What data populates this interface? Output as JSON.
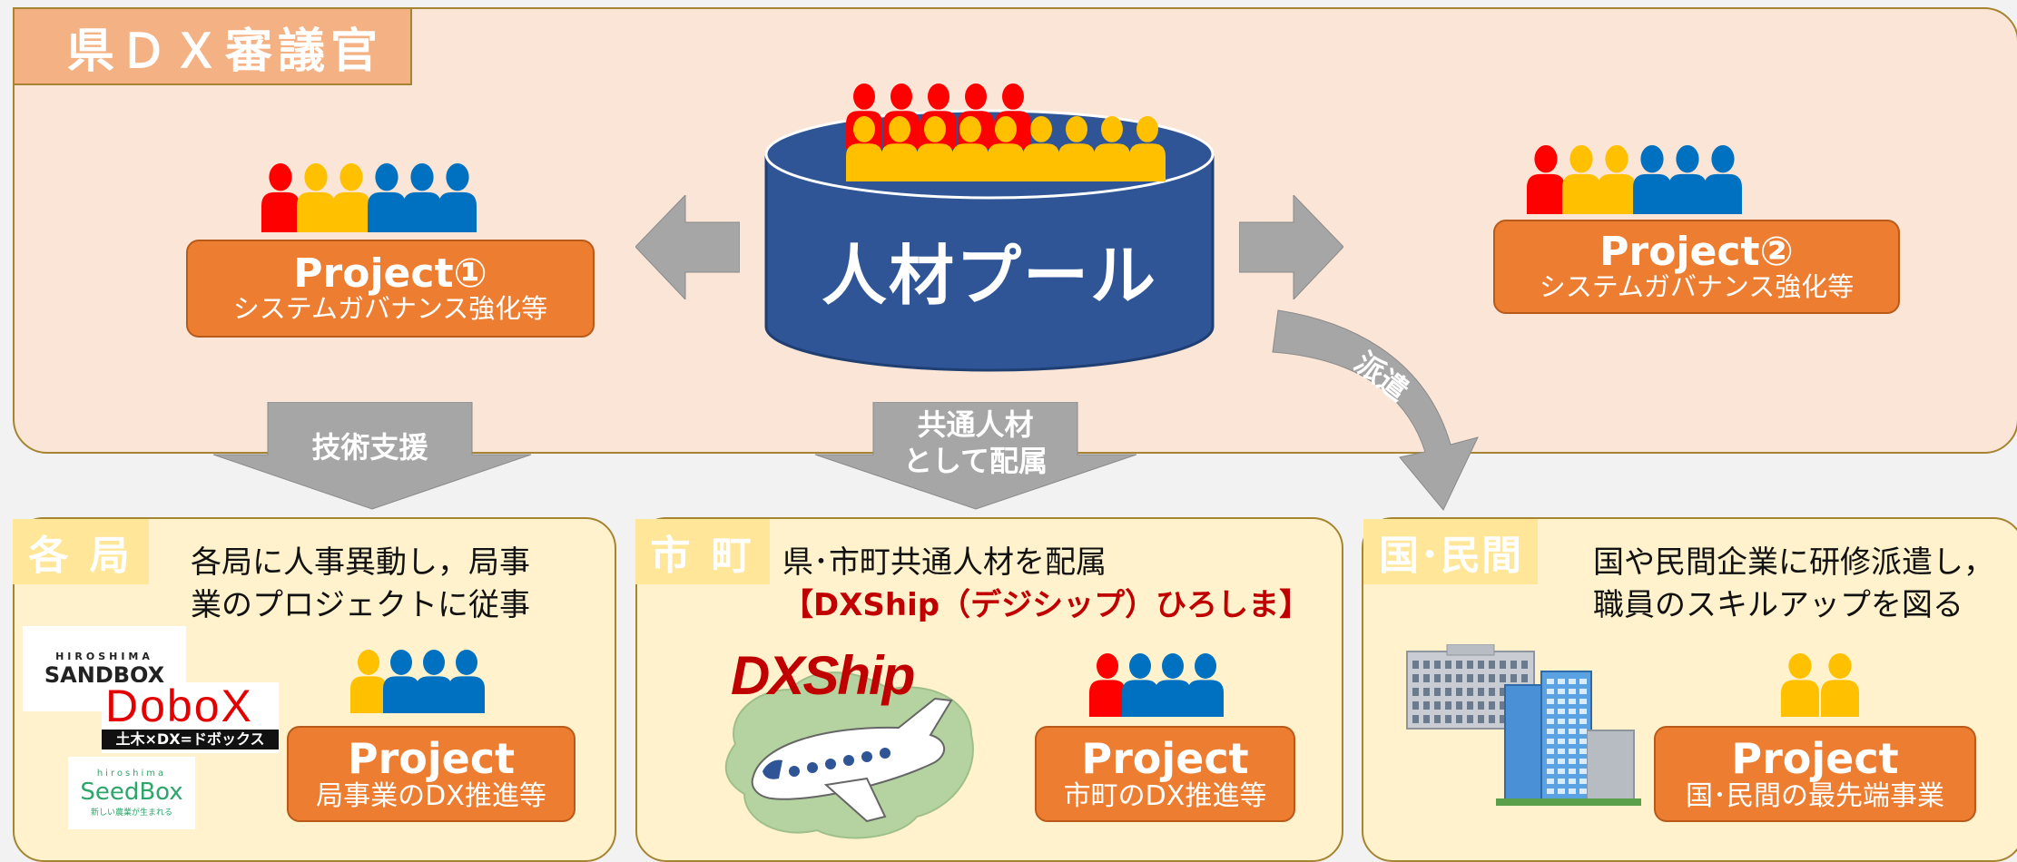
{
  "header": {
    "title": "県ＤＸ審議官"
  },
  "pool": {
    "label": "人材プール"
  },
  "project1": {
    "title": "Project①",
    "subtitle": "システムガバナンス強化等"
  },
  "project2": {
    "title": "Project②",
    "subtitle": "システムガバナンス強化等"
  },
  "arrows": {
    "tech_support": "技術支援",
    "common_line1": "共通人材",
    "common_line2": "として配属",
    "dispatch": "派遣"
  },
  "kakukyoku": {
    "tag": "各 局",
    "desc_line1": "各局に人事異動し，局事",
    "desc_line2": "業のプロジェクトに従事",
    "logo_sandbox_small": "HIROSHIMA",
    "logo_sandbox": "SANDBOX",
    "logo_dobox": "DoboX",
    "logo_dobox_sub": "土木×DX=ドボックス",
    "logo_seedbox_small": "hiroshima",
    "logo_seedbox": "SeedBox",
    "logo_seedbox_sub": "新しい農業が生まれる",
    "project_title": "Project",
    "project_sub": "局事業のDX推進等"
  },
  "shimachi": {
    "tag": "市 町",
    "desc_line1": "県･市町共通人材を配属",
    "desc_line2": "【DXShip（デジシップ）ひろしま】",
    "logo": "DXShip",
    "project_title": "Project",
    "project_sub": "市町のDX推進等"
  },
  "kuni": {
    "tag": "国･民間",
    "desc_line1": "国や民間企業に研修派遣し，",
    "desc_line2": "職員のスキルアップを図る",
    "project_title": "Project",
    "project_sub": "国･民間の最先端事業"
  },
  "colors": {
    "red": "#ff0000",
    "yellow": "#ffc000",
    "blue": "#0070c0",
    "orange": "#ed7d31",
    "navy": "#2f5597",
    "gray": "#a6a6a6",
    "dark_red": "#c00000"
  }
}
